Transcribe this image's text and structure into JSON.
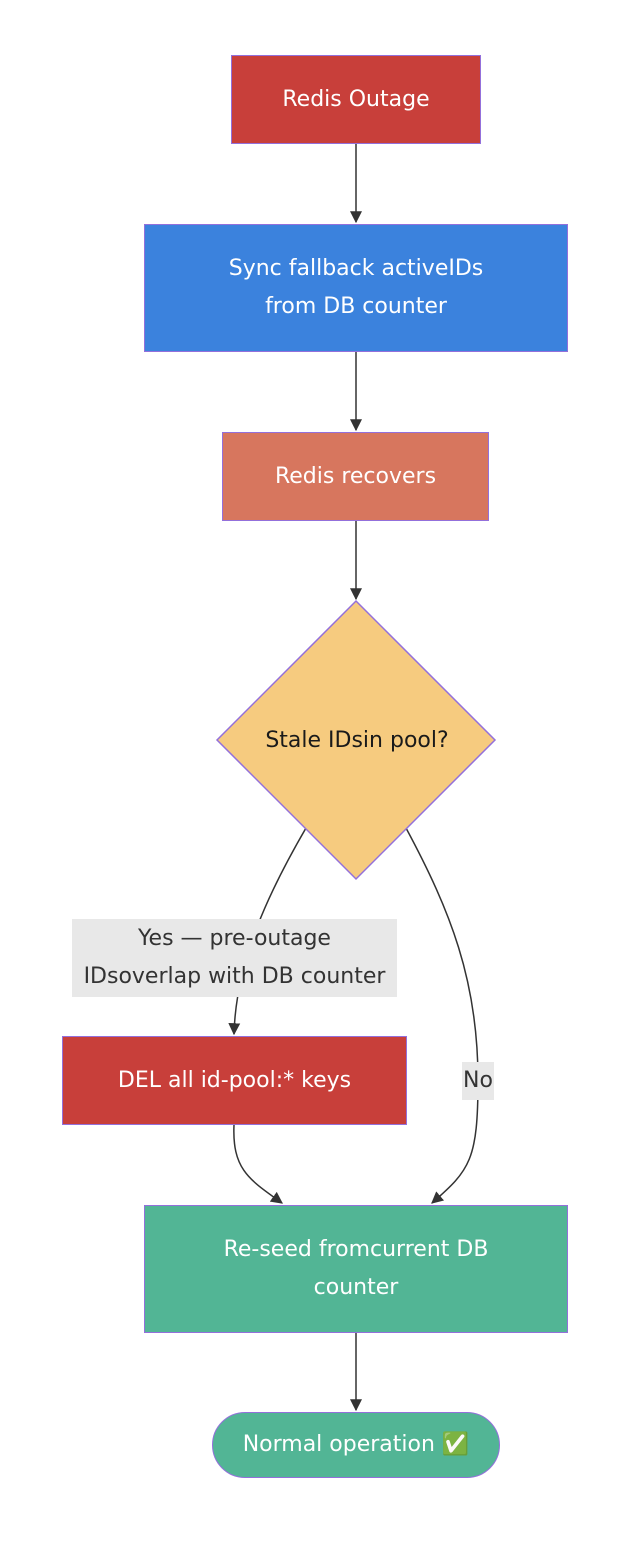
{
  "nodes": {
    "outage": {
      "lines": [
        "Redis Outage"
      ]
    },
    "sync": {
      "lines": [
        "Sync fallback activeIDs",
        "from DB counter"
      ]
    },
    "recovers": {
      "lines": [
        "Redis recovers"
      ]
    },
    "stale": {
      "lines": [
        "Stale IDsin pool?"
      ]
    },
    "del": {
      "lines": [
        "DEL all id-pool:* keys"
      ]
    },
    "reseed": {
      "lines": [
        "Re-seed fromcurrent DB",
        "counter"
      ]
    },
    "normal": {
      "lines": [
        "Normal operation ✅"
      ]
    }
  },
  "edges": {
    "yes": {
      "lines": [
        "Yes — pre-outage",
        "IDsoverlap with DB counter"
      ]
    },
    "no": {
      "lines": [
        "No"
      ]
    }
  },
  "colors": {
    "red": "#C83F3A",
    "blue": "#3B82DD",
    "salmon": "#D7765E",
    "yellow": "#F6CB7F",
    "green": "#52B595",
    "border": "#9370DB",
    "edge": "#333333"
  }
}
